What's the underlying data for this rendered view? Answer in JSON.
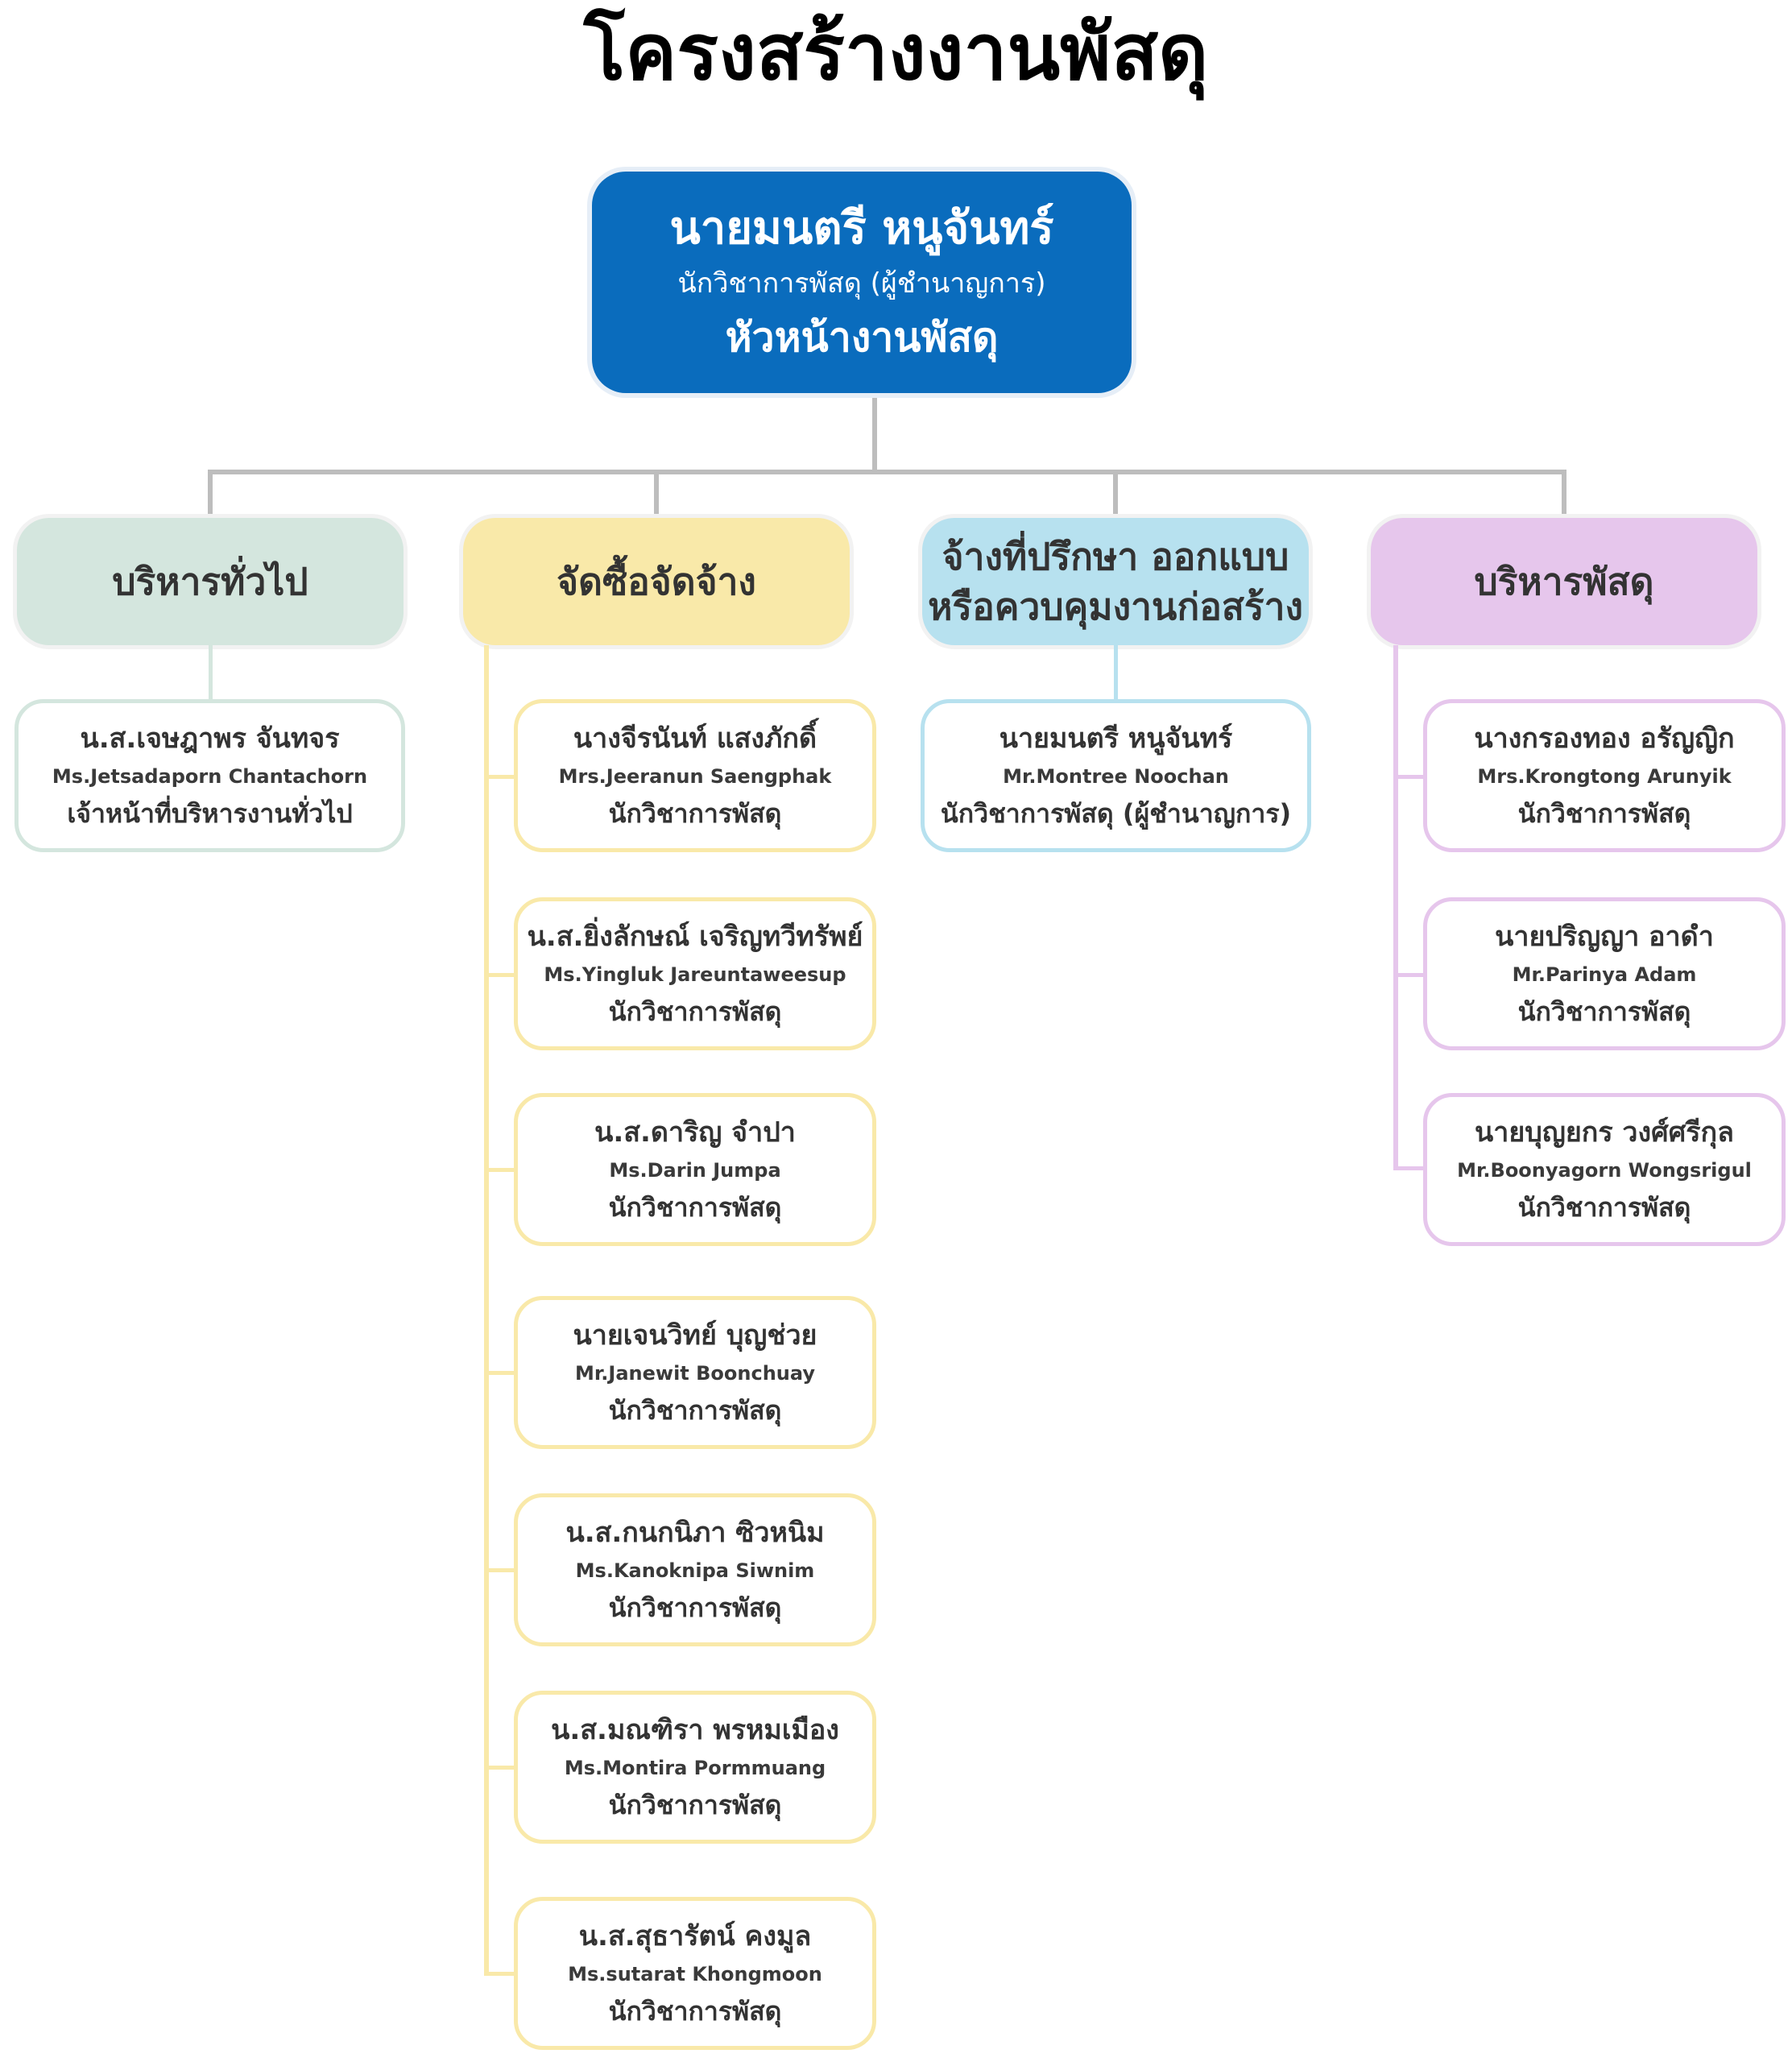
{
  "title": "โครงสร้างงานพัสดุ",
  "head": {
    "name": "นายมนตรี หนูจันทร์",
    "position": "นักวิชาการพัสดุ (ผู้ชำนาญการ)",
    "role": "หัวหน้างานพัสดุ"
  },
  "colors": {
    "head": "#0a6cbd",
    "general": "#d4e6de",
    "procurement": "#f9e9a9",
    "consult": "#b7e1ef",
    "management": "#e6c6ec",
    "connector": "#bdbdbd"
  },
  "departments": [
    {
      "name": "บริหารทั่วไป",
      "members": [
        {
          "th": "น.ส.เจษฎาพร จันทจร",
          "en": "Ms.Jetsadaporn Chantachorn",
          "position": "เจ้าหน้าที่บริหารงานทั่วไป"
        }
      ]
    },
    {
      "name": "จัดซื้อจัดจ้าง",
      "members": [
        {
          "th": "นางจีรนันท์ แสงภักดิ์",
          "en": "Mrs.Jeeranun Saengphak",
          "position": "นักวิชาการพัสดุ"
        },
        {
          "th": "น.ส.ยิ่งลักษณ์ เจริญทวีทรัพย์",
          "en": "Ms.Yingluk Jareuntaweesup",
          "position": "นักวิชาการพัสดุ"
        },
        {
          "th": "น.ส.ดาริญ จำปา",
          "en": "Ms.Darin Jumpa",
          "position": "นักวิชาการพัสดุ"
        },
        {
          "th": "นายเจนวิทย์ บุญช่วย",
          "en": "Mr.Janewit Boonchuay",
          "position": "นักวิชาการพัสดุ"
        },
        {
          "th": "น.ส.กนกนิภา ซิวหนิม",
          "en": "Ms.Kanoknipa Siwnim",
          "position": "นักวิชาการพัสดุ"
        },
        {
          "th": "น.ส.มณฑิรา พรหมเมือง",
          "en": "Ms.Montira Pormmuang",
          "position": "นักวิชาการพัสดุ"
        },
        {
          "th": "น.ส.สุธารัตน์ คงมูล",
          "en": "Ms.sutarat Khongmoon",
          "position": "นักวิชาการพัสดุ"
        }
      ]
    },
    {
      "name_line1": "จ้างที่ปรึกษา ออกแบบ",
      "name_line2": "หรือควบคุมงานก่อสร้าง",
      "members": [
        {
          "th": "นายมนตรี หนูจันทร์",
          "en": "Mr.Montree Noochan",
          "position": "นักวิชาการพัสดุ (ผู้ชำนาญการ)"
        }
      ]
    },
    {
      "name": "บริหารพัสดุ",
      "members": [
        {
          "th": "นางกรองทอง อรัญญิก",
          "en": "Mrs.Krongtong Arunyik",
          "position": "นักวิชาการพัสดุ"
        },
        {
          "th": "นายปริญญา อาดำ",
          "en": "Mr.Parinya Adam",
          "position": "นักวิชาการพัสดุ"
        },
        {
          "th": "นายบุญยกร วงศ์ศรีกุล",
          "en": "Mr.Boonyagorn Wongsrigul",
          "position": "นักวิชาการพัสดุ"
        }
      ]
    }
  ]
}
